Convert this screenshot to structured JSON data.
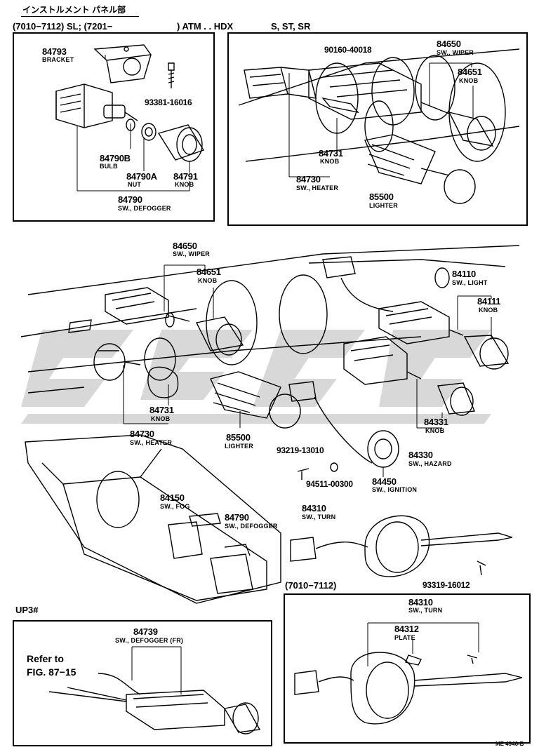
{
  "header": {
    "jp_title": "インストルメント パネル部",
    "line2_a": "(7010−7112) SL; (7201−",
    "line2_b": ") ATM . . HDX",
    "line2_c": "S, ST, SR"
  },
  "footer_code": "ME 4946-B",
  "upper_left": {
    "bracket_no": "84793",
    "bracket_nm": "BRACKET",
    "screw_no": "93381-16016",
    "bulb_no": "84790B",
    "bulb_nm": "BULB",
    "nut_no": "84790A",
    "nut_nm": "NUT",
    "knob_no": "84791",
    "knob_nm": "KNOB",
    "sw_no": "84790",
    "sw_nm": "SW., DEFOGGER"
  },
  "upper_right": {
    "screw_no": "90160-40018",
    "wiper_no": "84650",
    "wiper_nm": "SW., WIPER",
    "knob_no": "84651",
    "knob_nm": "KNOB",
    "heater_knob_no": "84731",
    "heater_knob_nm": "KNOB",
    "heater_no": "84730",
    "heater_nm": "SW., HEATER",
    "lighter_no": "85500",
    "lighter_nm": "LIGHTER"
  },
  "main": {
    "wiper_no": "84650",
    "wiper_nm": "SW., WIPER",
    "wiper_knob_no": "84651",
    "wiper_knob_nm": "KNOB",
    "light_no": "84110",
    "light_nm": "SW., LIGHT",
    "light_knob_no": "84111",
    "light_knob_nm": "KNOB",
    "heater_knob_no": "84731",
    "heater_knob_nm": "KNOB",
    "heater_no": "84730",
    "heater_nm": "SW., HEATER",
    "lighter_no": "85500",
    "lighter_nm": "LIGHTER",
    "hazard_knob_no": "84331",
    "hazard_knob_nm": "KNOB",
    "hazard_no": "84330",
    "hazard_nm": "SW., HAZARD",
    "screw1_no": "93219-13010",
    "nut_no": "94511-00300",
    "ignition_no": "84450",
    "ignition_nm": "SW., IGNITION",
    "fog_no": "84150",
    "fog_nm": "SW., FOG",
    "defogger_no": "84790",
    "defogger_nm": "SW., DEFOGGER",
    "turn_no": "84310",
    "turn_nm": "SW., TURN",
    "screw2_no": "93319-16012"
  },
  "lower_left": {
    "title": "UP3#",
    "sw_no": "84739",
    "sw_nm": "SW., DEFOGGER (FR)",
    "ref_line1": "Refer to",
    "ref_line2": "FIG. 87−15"
  },
  "lower_right": {
    "title": "(7010−7112)",
    "turn_no": "84310",
    "turn_nm": "SW., TURN",
    "plate_no": "84312",
    "plate_nm": "PLATE"
  }
}
